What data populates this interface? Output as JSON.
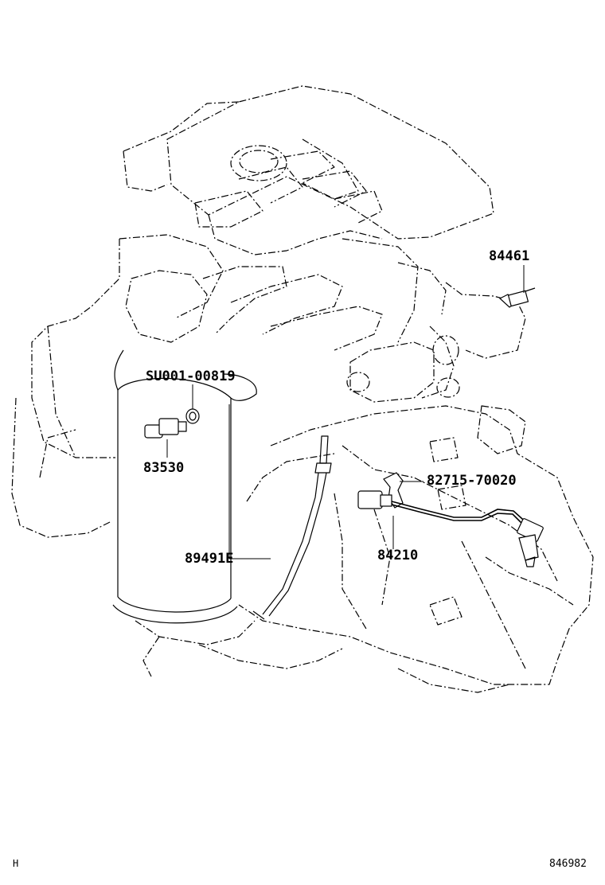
{
  "parts": {
    "p84461": "84461",
    "psu": "SU001-00819",
    "p83530": "83530",
    "p82715": "82715-70020",
    "p89491": "89491E",
    "p84210": "84210"
  },
  "corner": {
    "left": "H",
    "right": "846982"
  }
}
